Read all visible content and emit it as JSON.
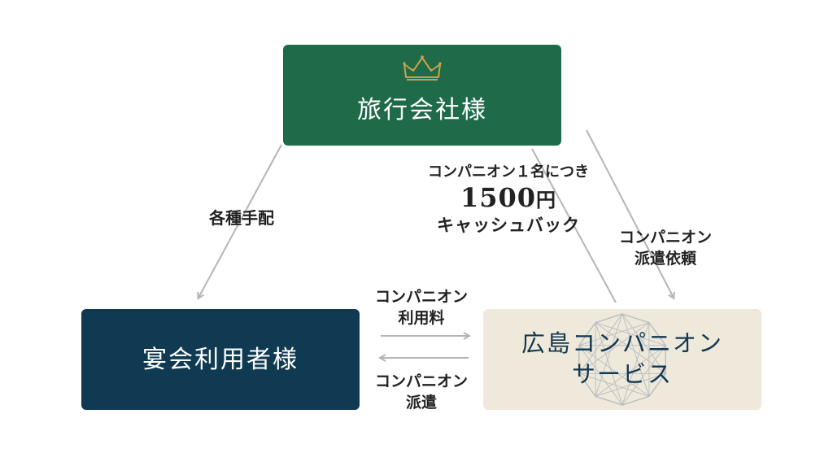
{
  "nodes": {
    "travel_agency": {
      "label": "旅行会社様"
    },
    "banquet_user": {
      "label": "宴会利用者様"
    },
    "service": {
      "label_line1": "広島コンパニオン",
      "label_line2": "サービス"
    }
  },
  "edges": {
    "arrangement": {
      "label": "各種手配"
    },
    "cashback": {
      "line1": "コンパニオン１名につき",
      "amount": "1500",
      "unit": "円",
      "line3": "キャッシュバック"
    },
    "dispatch_request": {
      "line1": "コンパニオン",
      "line2": "派遣依頼"
    },
    "usage_fee": {
      "line1": "コンパニオン",
      "line2": "利用料"
    },
    "dispatch": {
      "line1": "コンパニオン",
      "line2": "派遣"
    }
  },
  "colors": {
    "travel_agency_fill": "#1f6b49",
    "banquet_user_fill": "#0f3a52",
    "service_fill": "#efe9dc",
    "arrow": "#b5b5b5",
    "crown": "#c9a34a"
  },
  "icons": {
    "travel_agency": "crown-icon",
    "service": "decagon-star-icon"
  }
}
